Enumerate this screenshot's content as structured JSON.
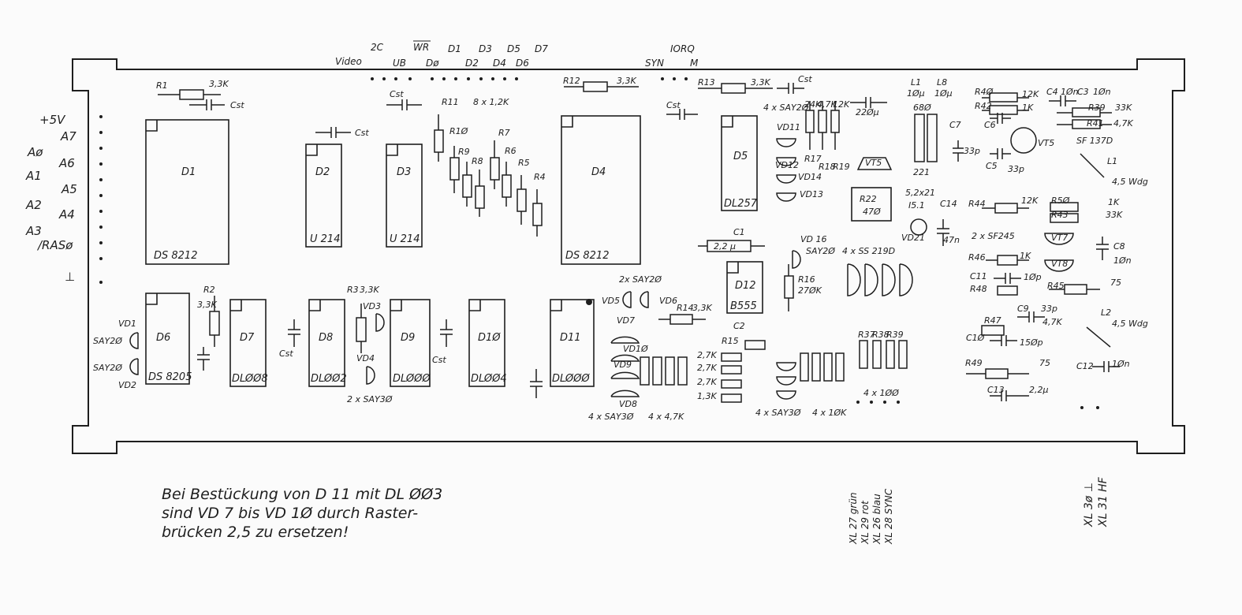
{
  "top_pins": [
    "Video",
    "2C",
    "UB",
    "WR",
    "Dø",
    "D1",
    "D2",
    "D3",
    "D4",
    "D5",
    "D6",
    "D7",
    "SYN",
    "IORQ",
    "M"
  ],
  "left_pins": [
    "+5V",
    "A7",
    "Aø",
    "A6",
    "A1",
    "A5",
    "A2",
    "A4",
    "A3",
    "/RASø",
    "⊥"
  ],
  "chips": [
    {
      "ref": "D1",
      "type": "DS 8212"
    },
    {
      "ref": "D2",
      "type": "U 214"
    },
    {
      "ref": "D3",
      "type": "U 214"
    },
    {
      "ref": "D4",
      "type": "DS 8212"
    },
    {
      "ref": "D5",
      "type": "DL257"
    },
    {
      "ref": "D6",
      "type": "DS 8205"
    },
    {
      "ref": "D7",
      "type": "DLØØ8"
    },
    {
      "ref": "D8",
      "type": "DLØØ2"
    },
    {
      "ref": "D9",
      "type": "DLØØØ"
    },
    {
      "ref": "D1Ø",
      "type": "DLØØ4"
    },
    {
      "ref": "D11",
      "type": "DLØØØ"
    },
    {
      "ref": "D12",
      "type": "B555"
    }
  ],
  "labels": [
    "R1",
    "3,3K",
    "Cst",
    "Cst",
    "Cst",
    "Cst",
    "Cst",
    "Cst",
    "Cst",
    "R11",
    "8 x 1,2K",
    "R1Ø",
    "R9",
    "R8",
    "R7",
    "R6",
    "R5",
    "R4",
    "R12",
    "3,3K",
    "R13",
    "3,3K",
    "4 x SAY2Ø",
    "VD11",
    "VD12",
    "VD14",
    "VD13",
    "24K",
    "4,7K",
    "12K",
    "R17",
    "R18",
    "R19",
    "22Øµ",
    "L1",
    "L8",
    "1Øµ",
    "1Øµ",
    "C7",
    "33p",
    "68Ø",
    "221",
    "5,2x21",
    "VT5",
    "R22",
    "47Ø",
    "I5.1",
    "VD21",
    "47n",
    "C14",
    "R44",
    "12K",
    "R4Ø",
    "12K",
    "R42",
    "1K",
    "C6",
    "C4",
    "1Øn",
    "C3",
    "1Øn",
    "R39",
    "33K",
    "R41",
    "4,7K",
    "SF 137D",
    "C5",
    "33p",
    "VT5",
    "L1",
    "4,5 Wdg",
    "R5Ø",
    "1K",
    "R43",
    "33K",
    "2 x SF245",
    "VT7",
    "VT8",
    "C8",
    "1Øn",
    "R46",
    "1K",
    "C11",
    "1Øp",
    "R48",
    "R45",
    "75",
    "C9",
    "33p",
    "4,7K",
    "L2",
    "4,5 Wdg",
    "R47",
    "C1Ø",
    "15Øp",
    "R49",
    "75",
    "C12",
    "1Øn",
    "C13",
    "2,2µ",
    "C1",
    "2,2 µ",
    "VD 16",
    "SAY2Ø",
    "4 x SS 219D",
    "R16",
    "27ØK",
    "C2",
    "R15",
    "2,7K",
    "2,7K",
    "2,7K",
    "1,3K",
    "4 x SAY3Ø",
    "4 x 1ØK",
    "R37",
    "R38",
    "R39",
    "4 x 1ØØ",
    "R2",
    "3,3K",
    "VD1",
    "SAY2Ø",
    "SAY2Ø",
    "VD2",
    "R3",
    "3,3K",
    "VD3",
    "VD4",
    "2 x SAY3Ø",
    "2x SAY2Ø",
    "VD5",
    "VD6",
    "R14",
    "3,3K",
    "VD7",
    "VD8",
    "VD9",
    "VD1Ø",
    "4 x SAY3Ø",
    "4 x 4,7K"
  ],
  "note": {
    "line1": "Bei Bestückung von D 11 mit DL ØØ3",
    "line2": "sind VD 7 bis VD 1Ø durch Raster-",
    "line3": "brücken 2,5 zu ersetzen!"
  },
  "connectors": {
    "group_a": [
      "XL 27 grün",
      "XL 29 rot",
      "XL 26 blau",
      "XL 28 SYNC"
    ],
    "group_b": [
      "XL 3ø ⊥",
      "XL 31 HF"
    ]
  }
}
